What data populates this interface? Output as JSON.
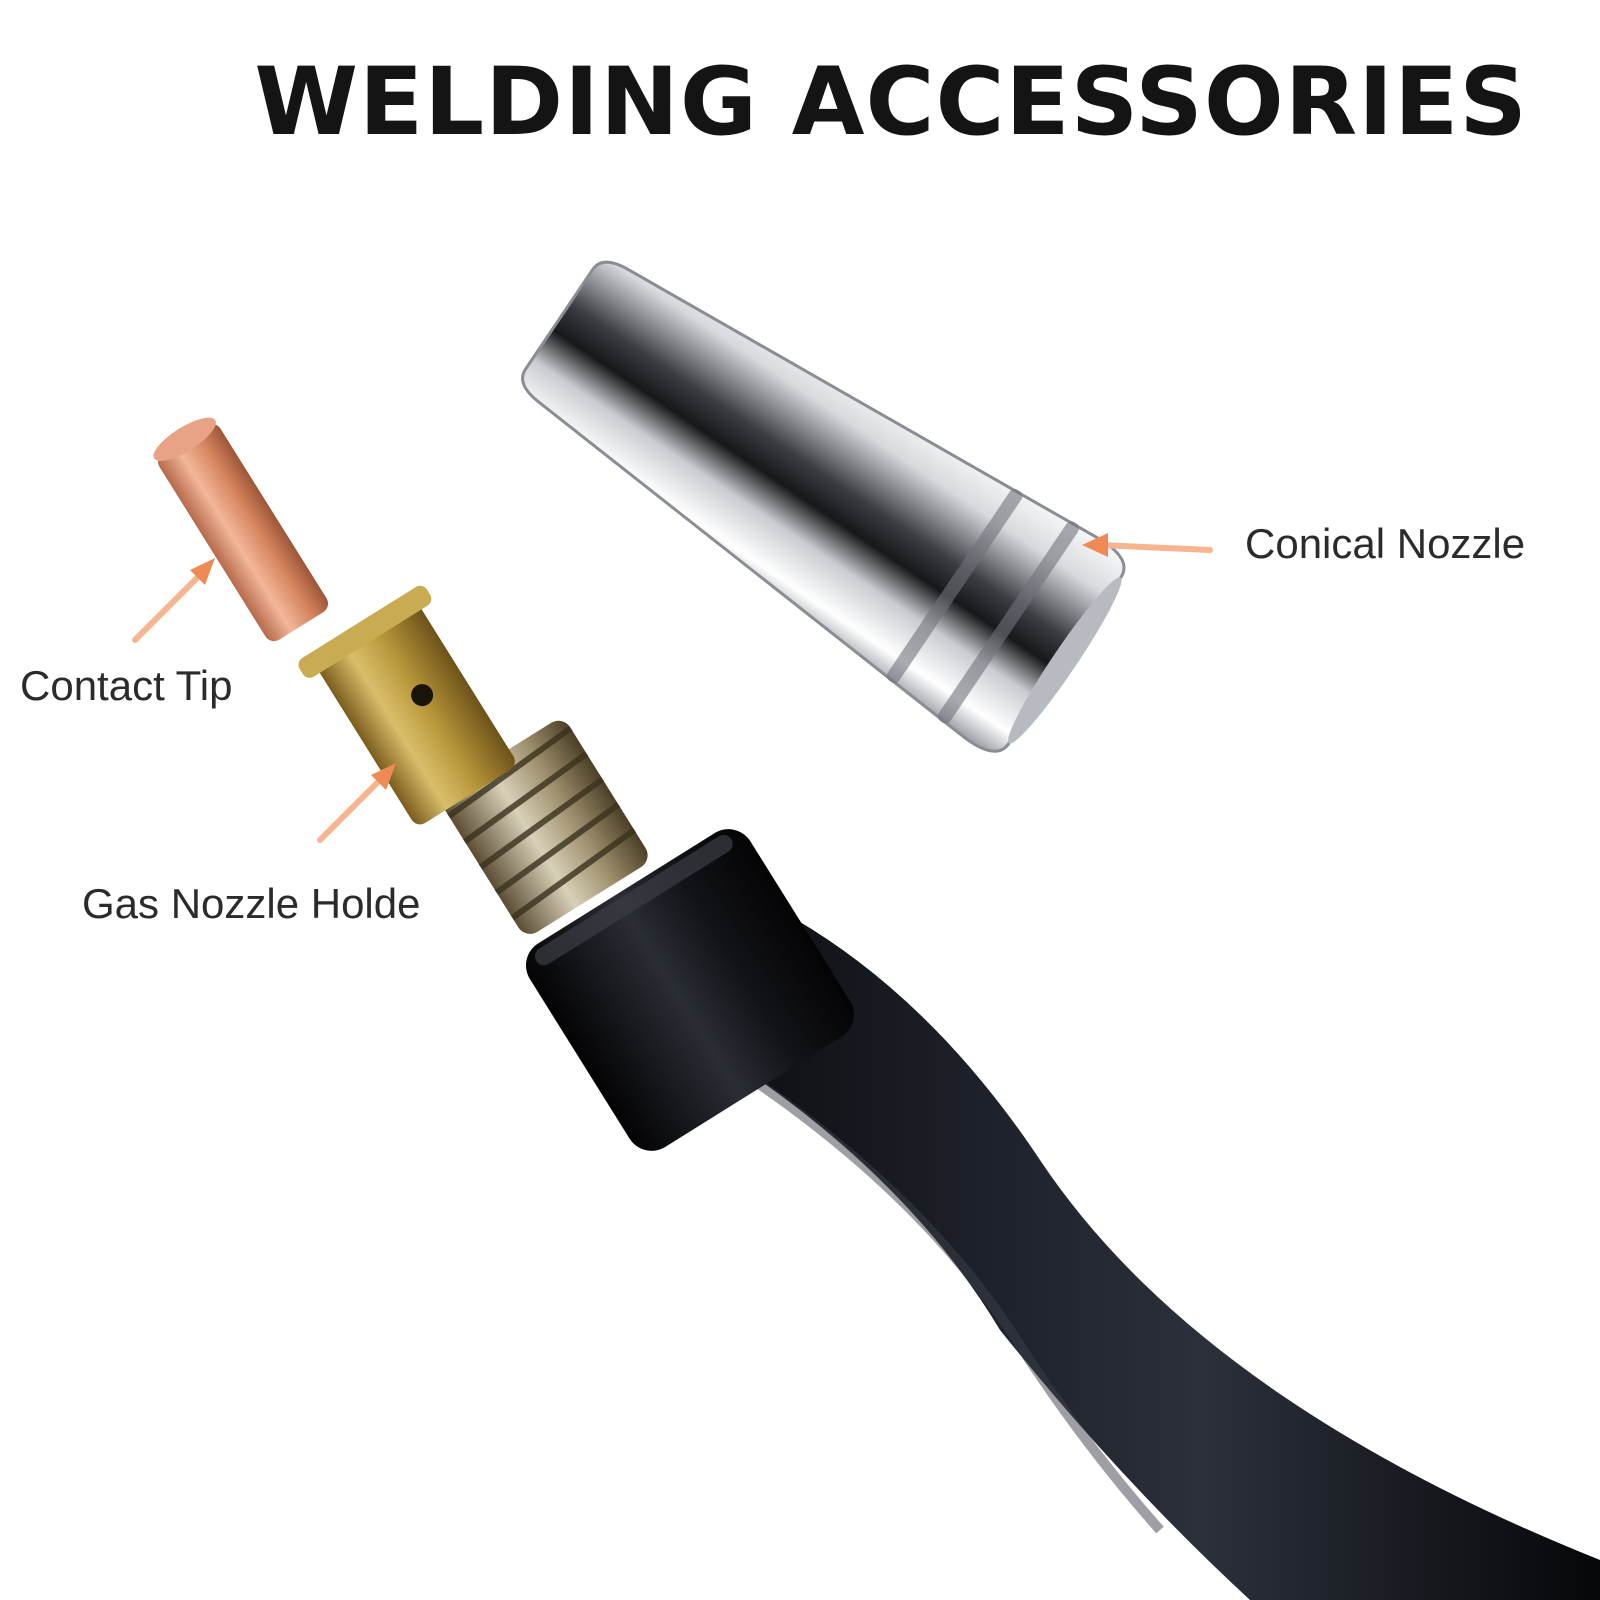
{
  "title": "WELDING ACCESSORIES",
  "labels": {
    "contact_tip": "Contact Tip",
    "gas_nozzle_holder": "Gas Nozzle Holde",
    "conical_nozzle": "Conical Nozzle"
  },
  "colors": {
    "arrow": "#f08a55",
    "copper": "#d88a62",
    "brass": "#b8973a",
    "hose": "#0e0f14",
    "chrome": "#c9cdd2"
  }
}
